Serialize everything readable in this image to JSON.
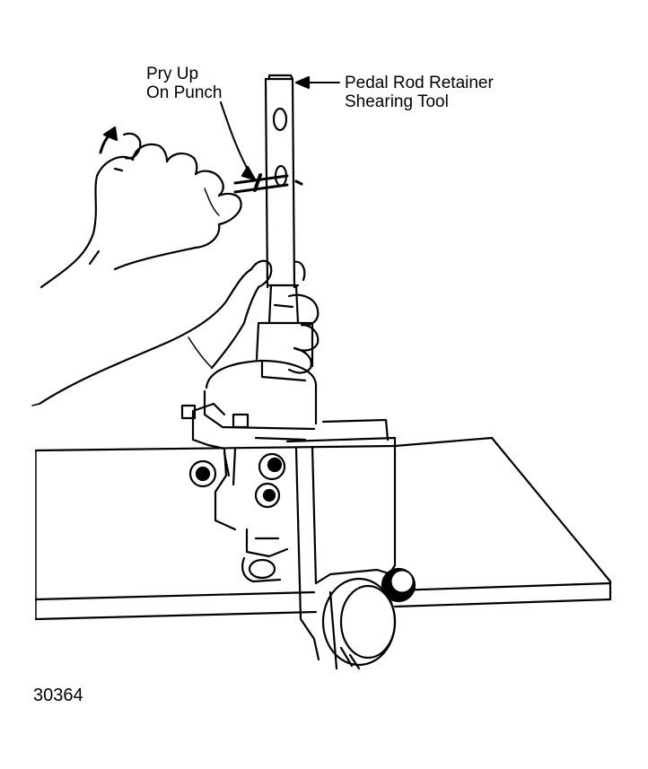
{
  "callouts": {
    "pry_line1": "Pry Up",
    "pry_line2": "On Punch",
    "tool_line1": "Pedal Rod Retainer",
    "tool_line2": "Shearing Tool"
  },
  "figure_number": "30364",
  "colors": {
    "ink": "#000000",
    "paper": "#ffffff"
  }
}
